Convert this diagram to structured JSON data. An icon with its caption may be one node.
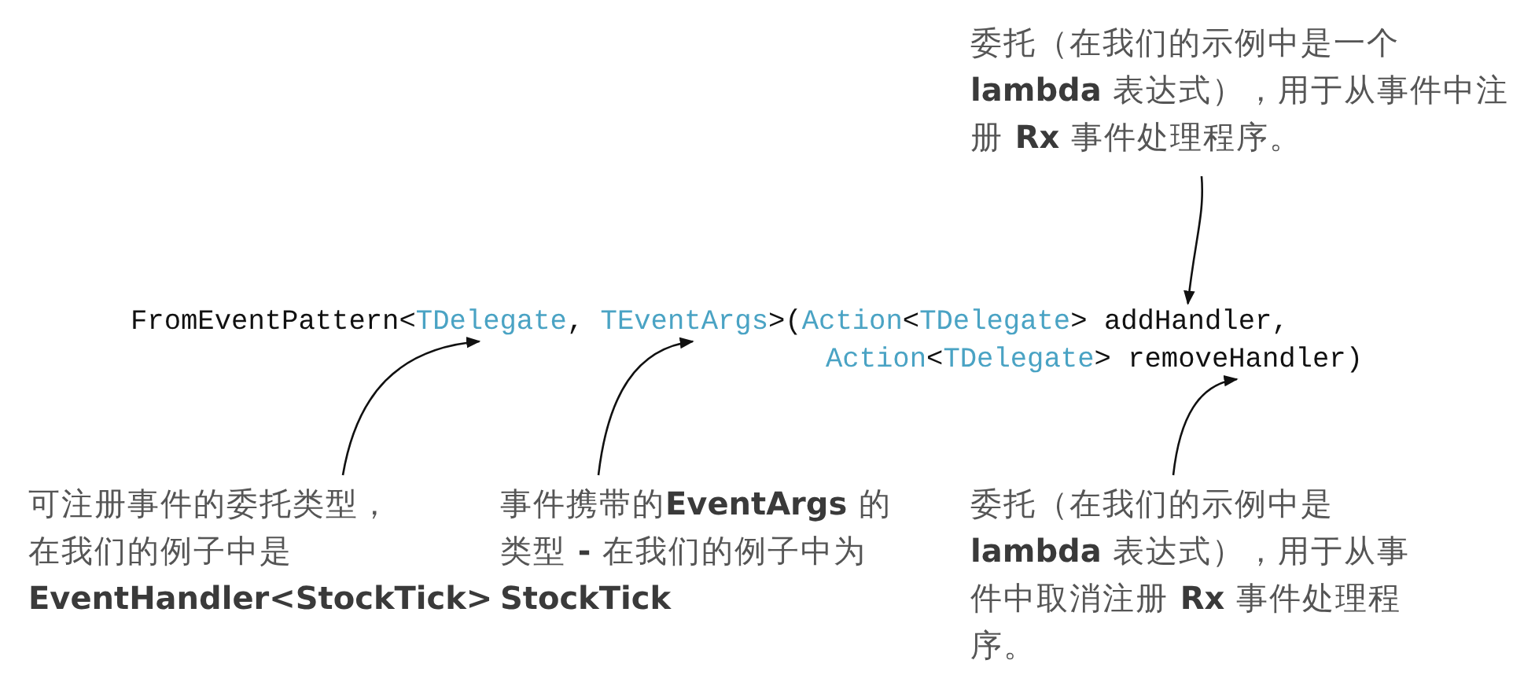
{
  "diagram": {
    "nodes": [
      {
        "text": [
          "委托（在我们的示例中是一个 **lambda** 表达式），用于从事件中注册 **Rx** 事件处理程序。"
        ]
      },
      {
        "text": [
          "TDelegate"
        ]
      },
      {
        "text": [
          "TEventArgs"
        ]
      },
      {
        "text": [
          "addHandler"
        ]
      },
      {
        "text": [
          "removeHandler"
        ]
      },
      {
        "text": [
          "可注册事件的委托类型，在我们的例子中是 **EventHandler<StockTick>**"
        ]
      },
      {
        "text": [
          "事件携带的**EventArgs** 的类型 **-** 在我们的例子中为 **StockTick**"
        ]
      },
      {
        "text": [
          "委托（在我们的示例中是 **lambda** 表达式），用于从事件中取消注册 **Rx** 事件处理程序。"
        ]
      }
    ],
    "edges": [
      {
        "from": 0,
        "to": 3,
        "arrow": "to"
      },
      {
        "from": 5,
        "to": 1,
        "arrow": "to"
      },
      {
        "from": 6,
        "to": 2,
        "arrow": "to"
      },
      {
        "from": 7,
        "to": 4,
        "arrow": "to"
      }
    ],
    "labels": [
      "FromEventPattern<",
      ",",
      ">(",
      "Action",
      "<",
      "TDelegate",
      ">",
      ",",
      "Action",
      "<",
      "TDelegate",
      ">",
      ")"
    ]
  }
}
